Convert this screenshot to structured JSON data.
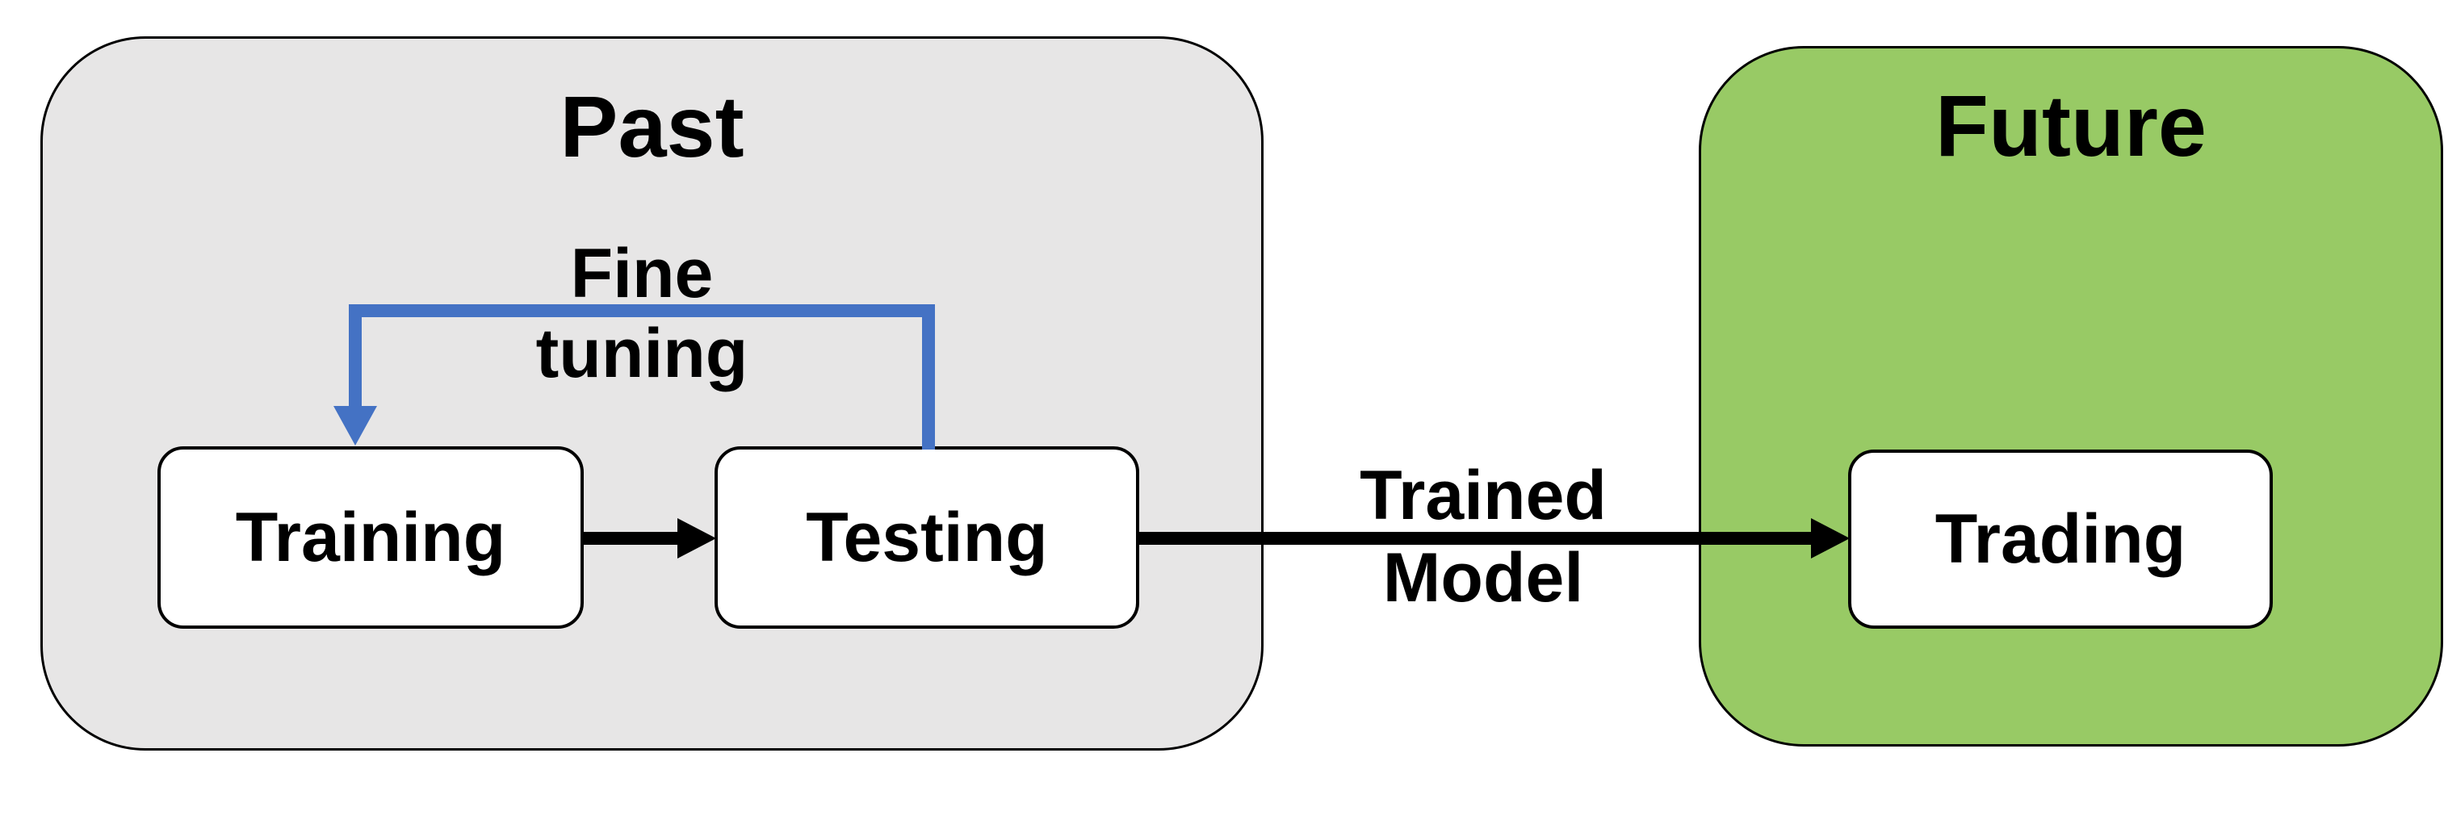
{
  "diagram": {
    "past": {
      "title": "Past"
    },
    "future": {
      "title": "Future"
    },
    "nodes": {
      "training": "Training",
      "testing": "Testing",
      "trading": "Trading"
    },
    "labels": {
      "fine_tuning": {
        "line1": "Fine",
        "line2": "tuning"
      },
      "trained_model": {
        "line1": "Trained",
        "line2": "Model"
      }
    }
  },
  "colors": {
    "page_background": "#FFFFFF",
    "past_fill": "#E7E6E6",
    "future_fill": "#98CA65",
    "node_fill": "#FFFFFF",
    "outline": "#000000",
    "arrow_black": "#000000",
    "arrow_blue": "#4472C4",
    "text": "#000000"
  }
}
